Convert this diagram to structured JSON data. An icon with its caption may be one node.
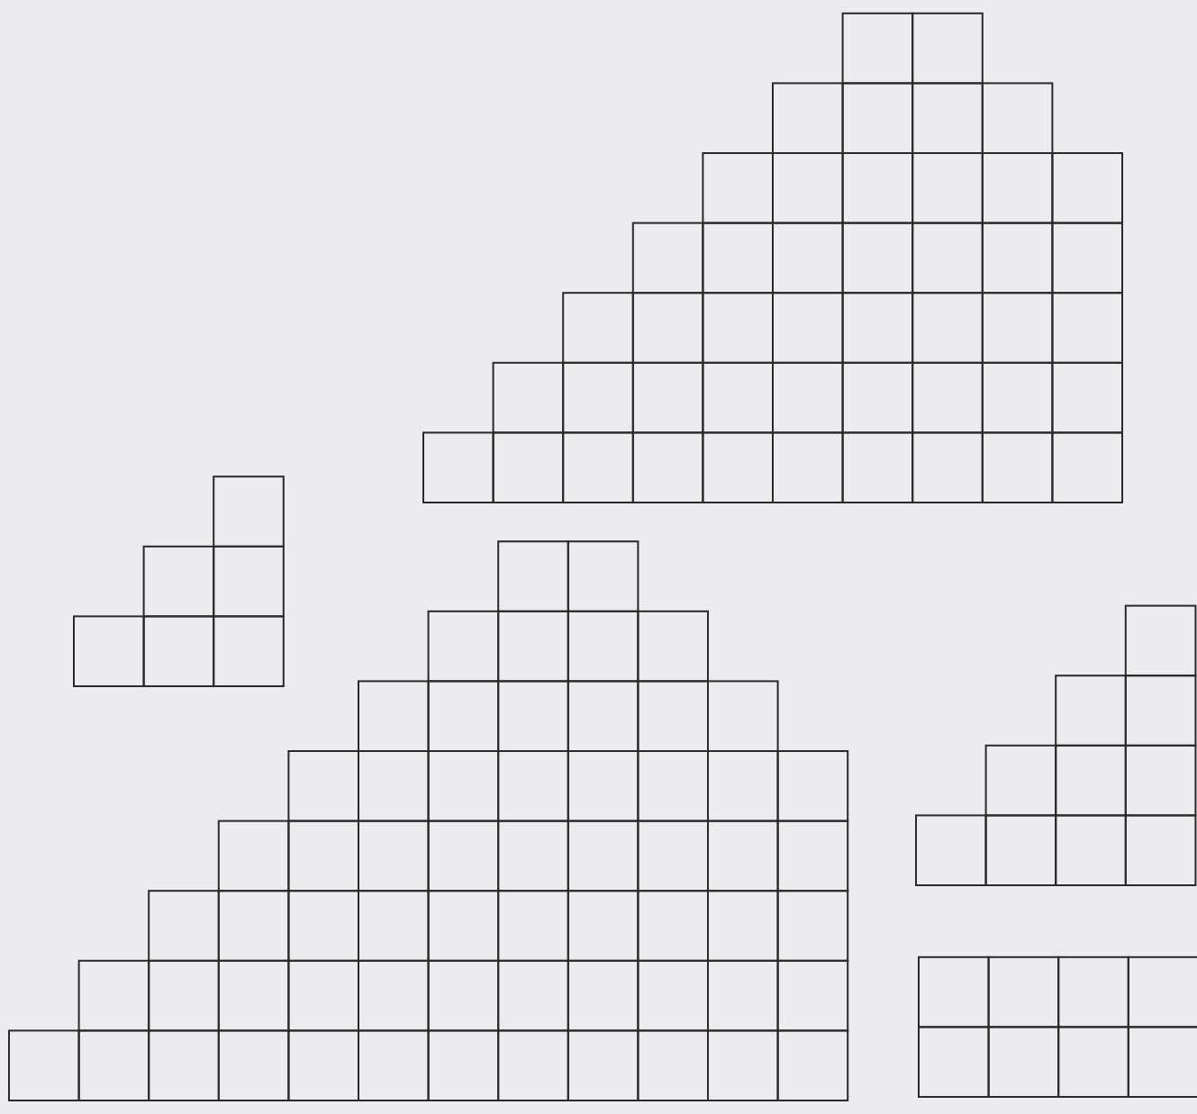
{
  "diagram": {
    "nodes": [
      {
        "text": [],
        "shape": "grid"
      },
      {
        "text": [],
        "shape": "grid"
      },
      {
        "text": [],
        "shape": "grid"
      },
      {
        "text": [],
        "shape": "grid"
      },
      {
        "text": [],
        "shape": "grid"
      }
    ]
  }
}
